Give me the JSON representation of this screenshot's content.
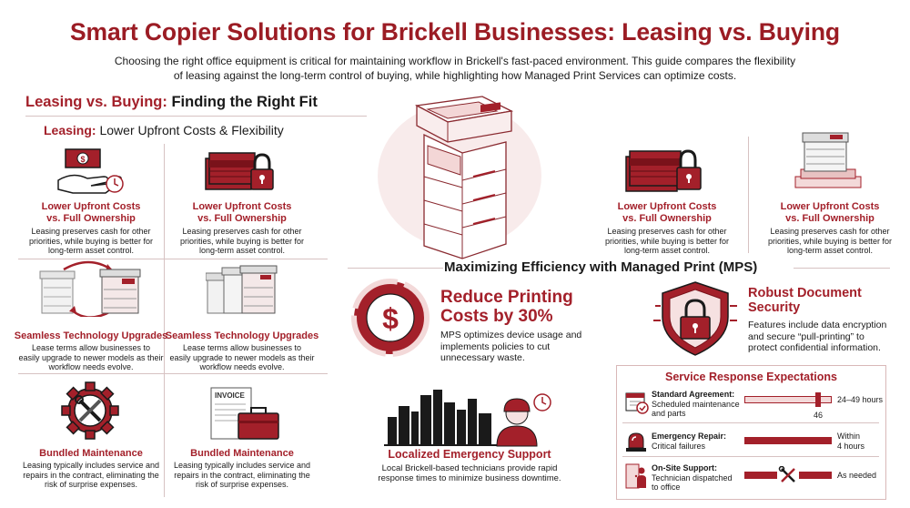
{
  "header": {
    "title": "Smart Copier Solutions for Brickell Businesses: Leasing vs. Buying",
    "subtitle_line1": "Choosing the right office equipment is critical for maintaining workflow in Brickell's fast-paced environment. This guide compares the flexibility",
    "subtitle_line2": "of leasing against the long-term control of buying, while highlighting how Managed Print Services can optimize costs."
  },
  "leasing_section": {
    "heading_red": "Leasing vs. Buying:",
    "heading_dark": "Finding the Right Fit",
    "sub_red": "Leasing:",
    "sub_dark": "Lower Upfront Costs & Flexibility",
    "cards": [
      {
        "icon": "hand-money-clock-icon",
        "title1": "Lower Upfront Costs",
        "title2": "vs. Full Ownership",
        "text1": "Leasing preserves cash for other",
        "text2": "priorities, while buying is better for",
        "text3": "long-term asset control."
      },
      {
        "icon": "cash-lock-icon",
        "title1": "Lower Upfront Costs",
        "title2": "vs. Full Ownership",
        "text1": "Leasing preserves cash for other",
        "text2": "priorities, while buying is better for",
        "text3": "long-term asset control."
      },
      {
        "icon": "copier-upgrade-icon",
        "title1": "Seamless Technology Upgrades",
        "title2": "",
        "text1": "Lease terms allow businesses to",
        "text2": "easily upgrade to newer models as their",
        "text3": "workflow needs evolve."
      },
      {
        "icon": "copier-stack-icon",
        "title1": "Seamless Technology Upgrades",
        "title2": "",
        "text1": "Lease terms allow businesses to",
        "text2": "easily upgrade to newer models as their",
        "text3": "workflow needs evolve."
      },
      {
        "icon": "gear-tools-icon",
        "title1": "Bundled Maintenance",
        "title2": "",
        "text1": "Leasing typically includes service and",
        "text2": "repairs in the contract, eliminating the",
        "text3": "risk of surprise expenses."
      },
      {
        "icon": "invoice-toolbox-icon",
        "title1": "Bundled Maintenance",
        "title2": "",
        "text1": "Leasing typically includes service and",
        "text2": "repairs in the contract, eliminating the",
        "text3": "risk of surprise expenses."
      }
    ]
  },
  "right_cards": [
    {
      "icon": "cash-lock-icon",
      "title1": "Lower Upfront Costs",
      "title2": "vs. Full Ownership",
      "text1": "Leasing preserves cash for other",
      "text2": "priorities, while buying is better for",
      "text3": "long-term asset control."
    },
    {
      "icon": "copier-pedestal-icon",
      "title1": "Lower Upfront Costs",
      "title2": "vs. Full Ownership",
      "text1": "Leasing preserves cash for other",
      "text2": "priorities, while buying is better for",
      "text3": "long-term asset control."
    }
  ],
  "mps": {
    "heading": "Maximizing Efficiency with Managed Print (MPS)",
    "reduce_title1": "Reduce Printing",
    "reduce_title2": "Costs by 30%",
    "reduce_text1": "MPS optimizes device usage and",
    "reduce_text2": "implements policies to cut",
    "reduce_text3": "unnecessary waste.",
    "security_title1": "Robust Document",
    "security_title2": "Security",
    "security_text1": "Features include data encryption",
    "security_text2": "and secure “pull-printing” to",
    "security_text3": "protect confidential information.",
    "support_title": "Localized Emergency Support",
    "support_text1": "Local Brickell-based technicians provide rapid",
    "support_text2": "response times to minimize business downtime."
  },
  "service_response": {
    "title": "Service Response Expectations",
    "rows": [
      {
        "icon": "calendar-check-icon",
        "label_bold": "Standard Agreement:",
        "label1": "Scheduled maintenance",
        "label2": "and parts",
        "value1": "24–49 hours",
        "value2": "",
        "marker": "46"
      },
      {
        "icon": "siren-icon",
        "label_bold": "Emergency Repair:",
        "label1": "Critical failures",
        "label2": "",
        "value1": "Within",
        "value2": "4 hours",
        "marker": ""
      },
      {
        "icon": "technician-door-icon",
        "label_bold": "On-Site Support:",
        "label1": "Technician dispatched",
        "label2": "to office",
        "value1": "As needed",
        "value2": "",
        "marker": ""
      }
    ]
  },
  "colors": {
    "accent": "#a3202a",
    "title": "#9b1c24",
    "light": "#f3d9d9",
    "divider": "#d7c2c2"
  }
}
